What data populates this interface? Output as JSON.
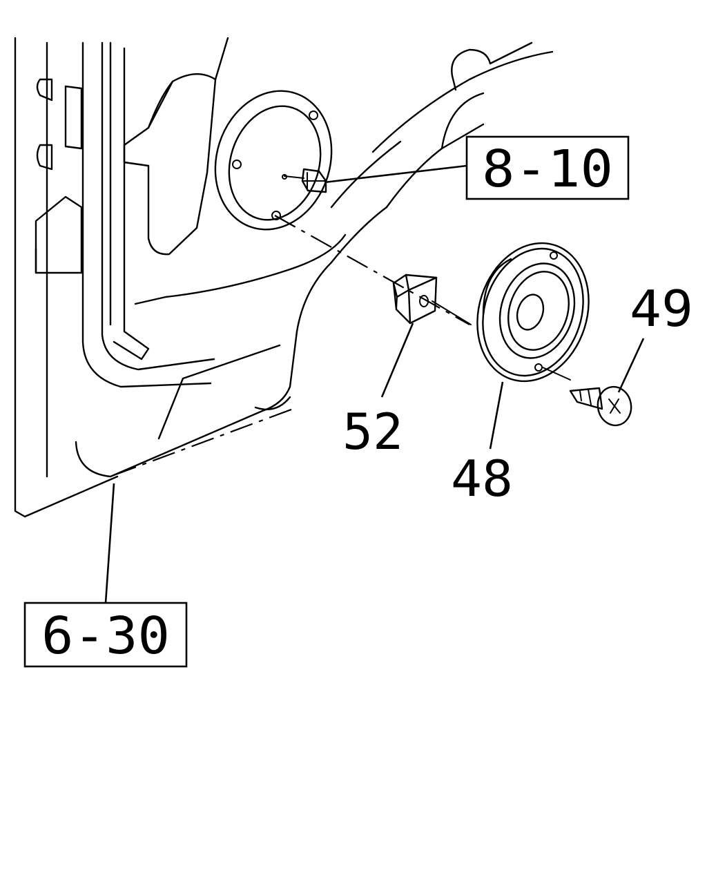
{
  "references": {
    "connector_ref": "8-10",
    "door_ref": "6-30"
  },
  "callouts": {
    "speaker": "48",
    "screw": "49",
    "clip": "52"
  }
}
